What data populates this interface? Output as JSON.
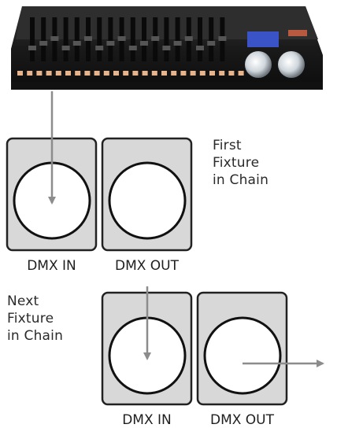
{
  "first_fixture": {
    "caption": "First\nFixture\nin Chain",
    "in_label": "DMX IN",
    "out_label": "DMX OUT"
  },
  "next_fixture": {
    "caption": "Next\nFixture\nin Chain",
    "in_label": "DMX IN",
    "out_label": "DMX OUT"
  },
  "colors": {
    "port_fill": "#d8d8d8",
    "port_stroke": "#222222",
    "arrow": "#8c8c8c",
    "console_body": "#1b1b1b",
    "console_led": "#e8b48c"
  }
}
